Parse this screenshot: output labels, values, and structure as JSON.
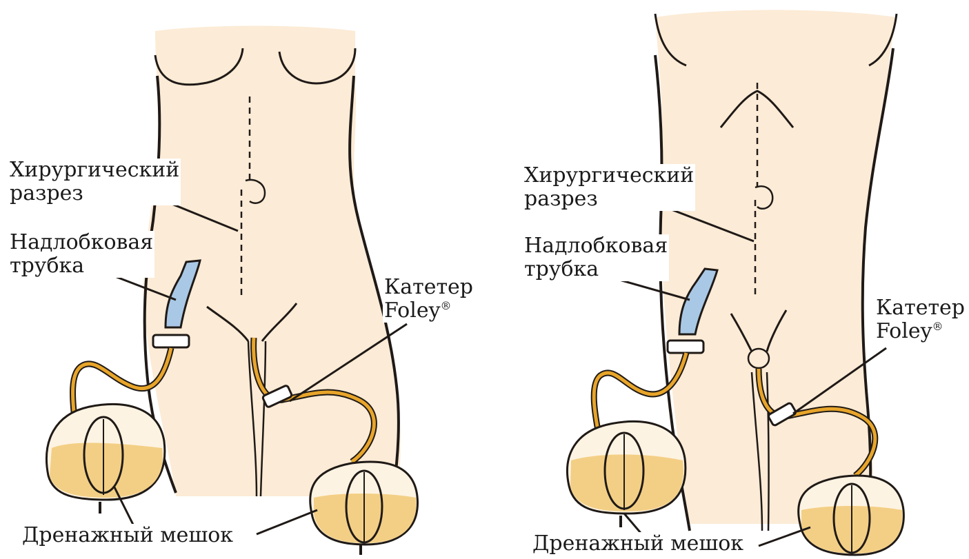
{
  "labels": {
    "incision": "Хирургический\nразрез",
    "suprapubic_tube": "Надлобковая\nтрубка",
    "foley_catheter_line1": "Катетер",
    "foley_catheter_line2": "Foley",
    "registered_mark": "®",
    "drainage_bag": "Дренажный мешок"
  },
  "colors": {
    "skin": "#fcebd6",
    "outline": "#1f1a17",
    "tube_orange": "#e8a52a",
    "tube_blue": "#a9c8e6",
    "urine": "#f3cf85",
    "bag_fill": "#fdf3e2",
    "clamp": "#ffffff"
  },
  "figures": [
    {
      "name": "female"
    },
    {
      "name": "male"
    }
  ]
}
